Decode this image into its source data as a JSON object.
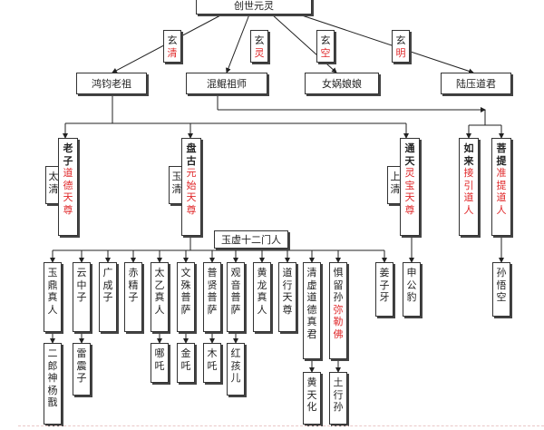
{
  "root": "创世元灵",
  "xuan": [
    {
      "top": "玄",
      "bottom": "清"
    },
    {
      "top": "玄",
      "bottom": "灵"
    },
    {
      "top": "玄",
      "bottom": "空"
    },
    {
      "top": "玄",
      "bottom": "明"
    }
  ],
  "gen1": [
    "鸿钧老祖",
    "混鲲祖师",
    "女娲娘娘",
    "陆压道君"
  ],
  "gen2": {
    "laozi": {
      "name": "老子",
      "title": "道德天尊",
      "side": "太清"
    },
    "pangu": {
      "name": "盘古",
      "title": "元始天尊",
      "side": "玉清"
    },
    "tongtian": {
      "name": "通天",
      "title": "灵宝天尊",
      "side": "上清"
    },
    "rulai": {
      "name": "如来",
      "title": "接引道人"
    },
    "puti": {
      "name": "菩提",
      "title": "准提道人"
    }
  },
  "yuxu_label": "玉虚十二门人",
  "disciples": [
    "玉鼎真人",
    "云中子",
    "广成子",
    "赤精子",
    "太乙真人",
    "文殊普萨",
    "普贤普萨",
    "观音普萨",
    "黄龙真人",
    "道行天尊",
    "清虚道德真君",
    "惧留孙"
  ],
  "disciple_red_tail": "弥勒佛",
  "other_disciples": [
    "姜子牙",
    "申公豹",
    "孙悟空"
  ],
  "gen4": [
    "二郎神杨戬",
    "雷震子",
    "哪吒",
    "金吒",
    "木吒",
    "红孩儿",
    "黄天化",
    "土行孙"
  ]
}
